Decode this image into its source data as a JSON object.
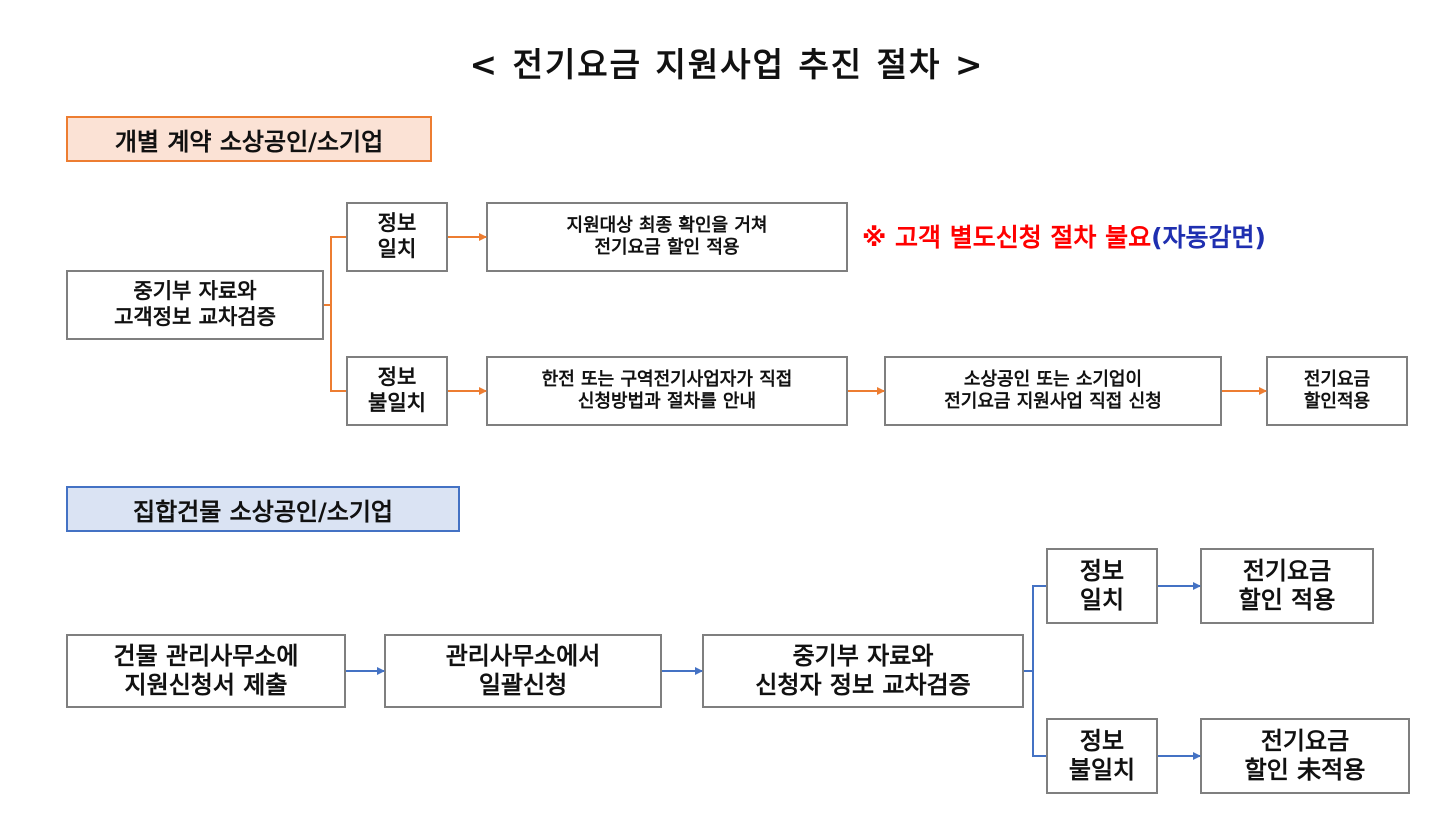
{
  "title": "< 전기요금 지원사업 추진 절차 >",
  "colors": {
    "orange": "#ed7d31",
    "blue": "#4472c4",
    "note_red": "#ff0000",
    "note_blue": "#1f2fb0"
  },
  "section1": {
    "label": "개별 계약 소상공인/소기업",
    "start_box": "중기부 자료와\n고객정보 교차검증",
    "match_box": "정보\n일치",
    "match_result": "지원대상 최종 확인을 거쳐\n전기요금 할인 적용",
    "note_red": "※ 고객 별도신청 절차 불요",
    "note_blue": "(자동감면)",
    "mismatch_box": "정보\n불일치",
    "mismatch_step1": "한전 또는 구역전기사업자가 직접\n신청방법과 절차를 안내",
    "mismatch_step2": "소상공인 또는 소기업이\n전기요금 지원사업 직접 신청",
    "mismatch_step3": "전기요금\n할인적용"
  },
  "section2": {
    "label": "집합건물 소상공인/소기업",
    "step1": "건물 관리사무소에\n지원신청서 제출",
    "step2": "관리사무소에서\n일괄신청",
    "step3": "중기부 자료와\n신청자 정보 교차검증",
    "match_box": "정보\n일치",
    "match_result": "전기요금\n할인 적용",
    "mismatch_box": "정보\n불일치",
    "mismatch_result": "전기요금\n할인 未적용"
  }
}
